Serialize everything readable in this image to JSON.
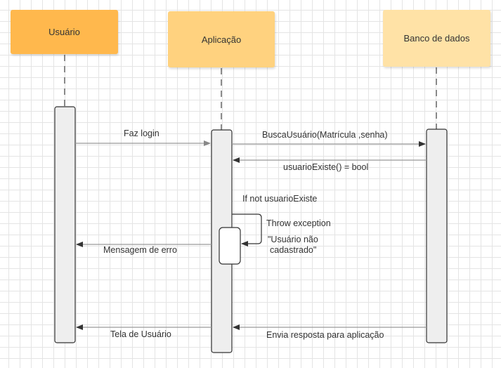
{
  "colors": {
    "actor_usuario": "#ffb84d",
    "actor_aplicacao": "#ffd27f",
    "actor_banco": "#ffe2a6",
    "activation_fill": "#eeeeee",
    "line": "#555555",
    "arrow_line": "#999999"
  },
  "actors": {
    "usuario": "Usuário",
    "aplicacao": "Aplicação",
    "banco": "Banco de dados"
  },
  "messages": {
    "faz_login": "Faz login",
    "busca_usuario": "BuscaUsuário(Matrícula ,senha)",
    "usuario_existe": "usuarioExiste() = bool",
    "if_not": "If not usuarioExiste",
    "throw_exception": "Throw exception",
    "usuario_nao_line1": "\"Usuário não",
    "usuario_nao_line2": "cadastrado\"",
    "mensagem_erro": "Mensagem de erro",
    "tela_usuario": "Tela de Usuário",
    "envia_resposta": "Envia resposta para aplicação"
  }
}
